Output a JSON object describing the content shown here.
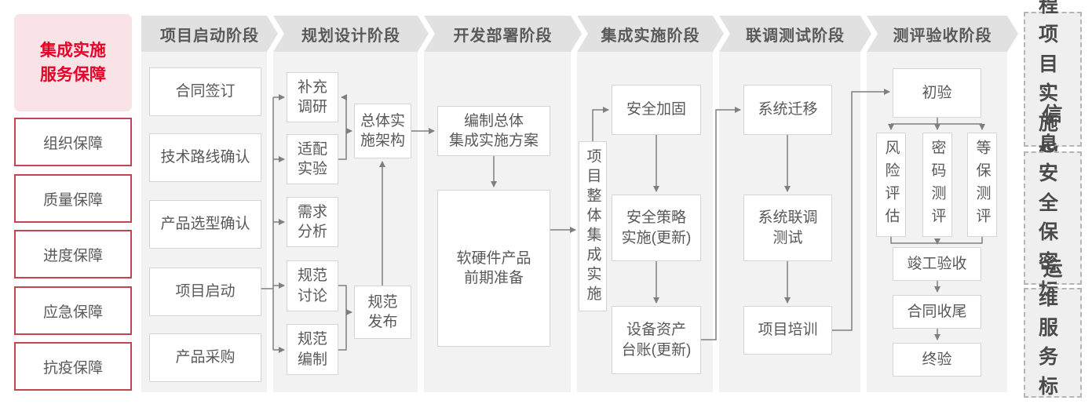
{
  "legend": {
    "title": "集成实施\n服务保障",
    "assurances": [
      "组织保障",
      "质量保障",
      "进度保障",
      "应急保障",
      "抗疫保障"
    ]
  },
  "phases": [
    "项目启动阶段",
    "规划设计阶段",
    "开发部署阶段",
    "集成实施阶段",
    "联调测试阶段",
    "测评验收阶段"
  ],
  "phase1_boxes": [
    "合同签订",
    "技术路线确认",
    "产品选型确认",
    "项目启动",
    "产品采购"
  ],
  "phase2": {
    "inputs": [
      "补充\n调研",
      "适配\n实验",
      "需求\n分析",
      "规范\n讨论",
      "规范\n编制"
    ],
    "architecture": "总体实\n施架构",
    "release": "规范\n发布"
  },
  "phase3": {
    "plan": "编制总体\n集成实施方案",
    "prepare": "软硬件产品\n前期准备"
  },
  "phase4": {
    "integration": "项目整体集成实施",
    "hardening": "安全加固",
    "policy": "安全策略\n实施(更新)",
    "ledger": "设备资产\n台账(更新)"
  },
  "phase5": {
    "migration": "系统迁移",
    "joint_test": "系统联调\n测试",
    "training": "项目培训"
  },
  "phase6": {
    "initial_acceptance": "初验",
    "risk_assessment": "风险评估",
    "crypto_evaluation": "密码测评",
    "classified_evaluation": "等保测评",
    "completion_acceptance": "竣工验收",
    "contract_closure": "合同收尾",
    "final_acceptance": "终验"
  },
  "standards": [
    "工程\n项目\n实施\n指引",
    "信息\n安全\n保密\n标准",
    "运维\n服务\n标准"
  ],
  "colors": {
    "accent_red": "#e60027",
    "assurance_border_red": "#c4454f",
    "title_pink_bg": "#fae3e7",
    "panel_bg": "#f2f2f2",
    "header_bg": "#e1e1e1",
    "connector_gray": "#7f7f7f",
    "text_gray": "#595959"
  }
}
